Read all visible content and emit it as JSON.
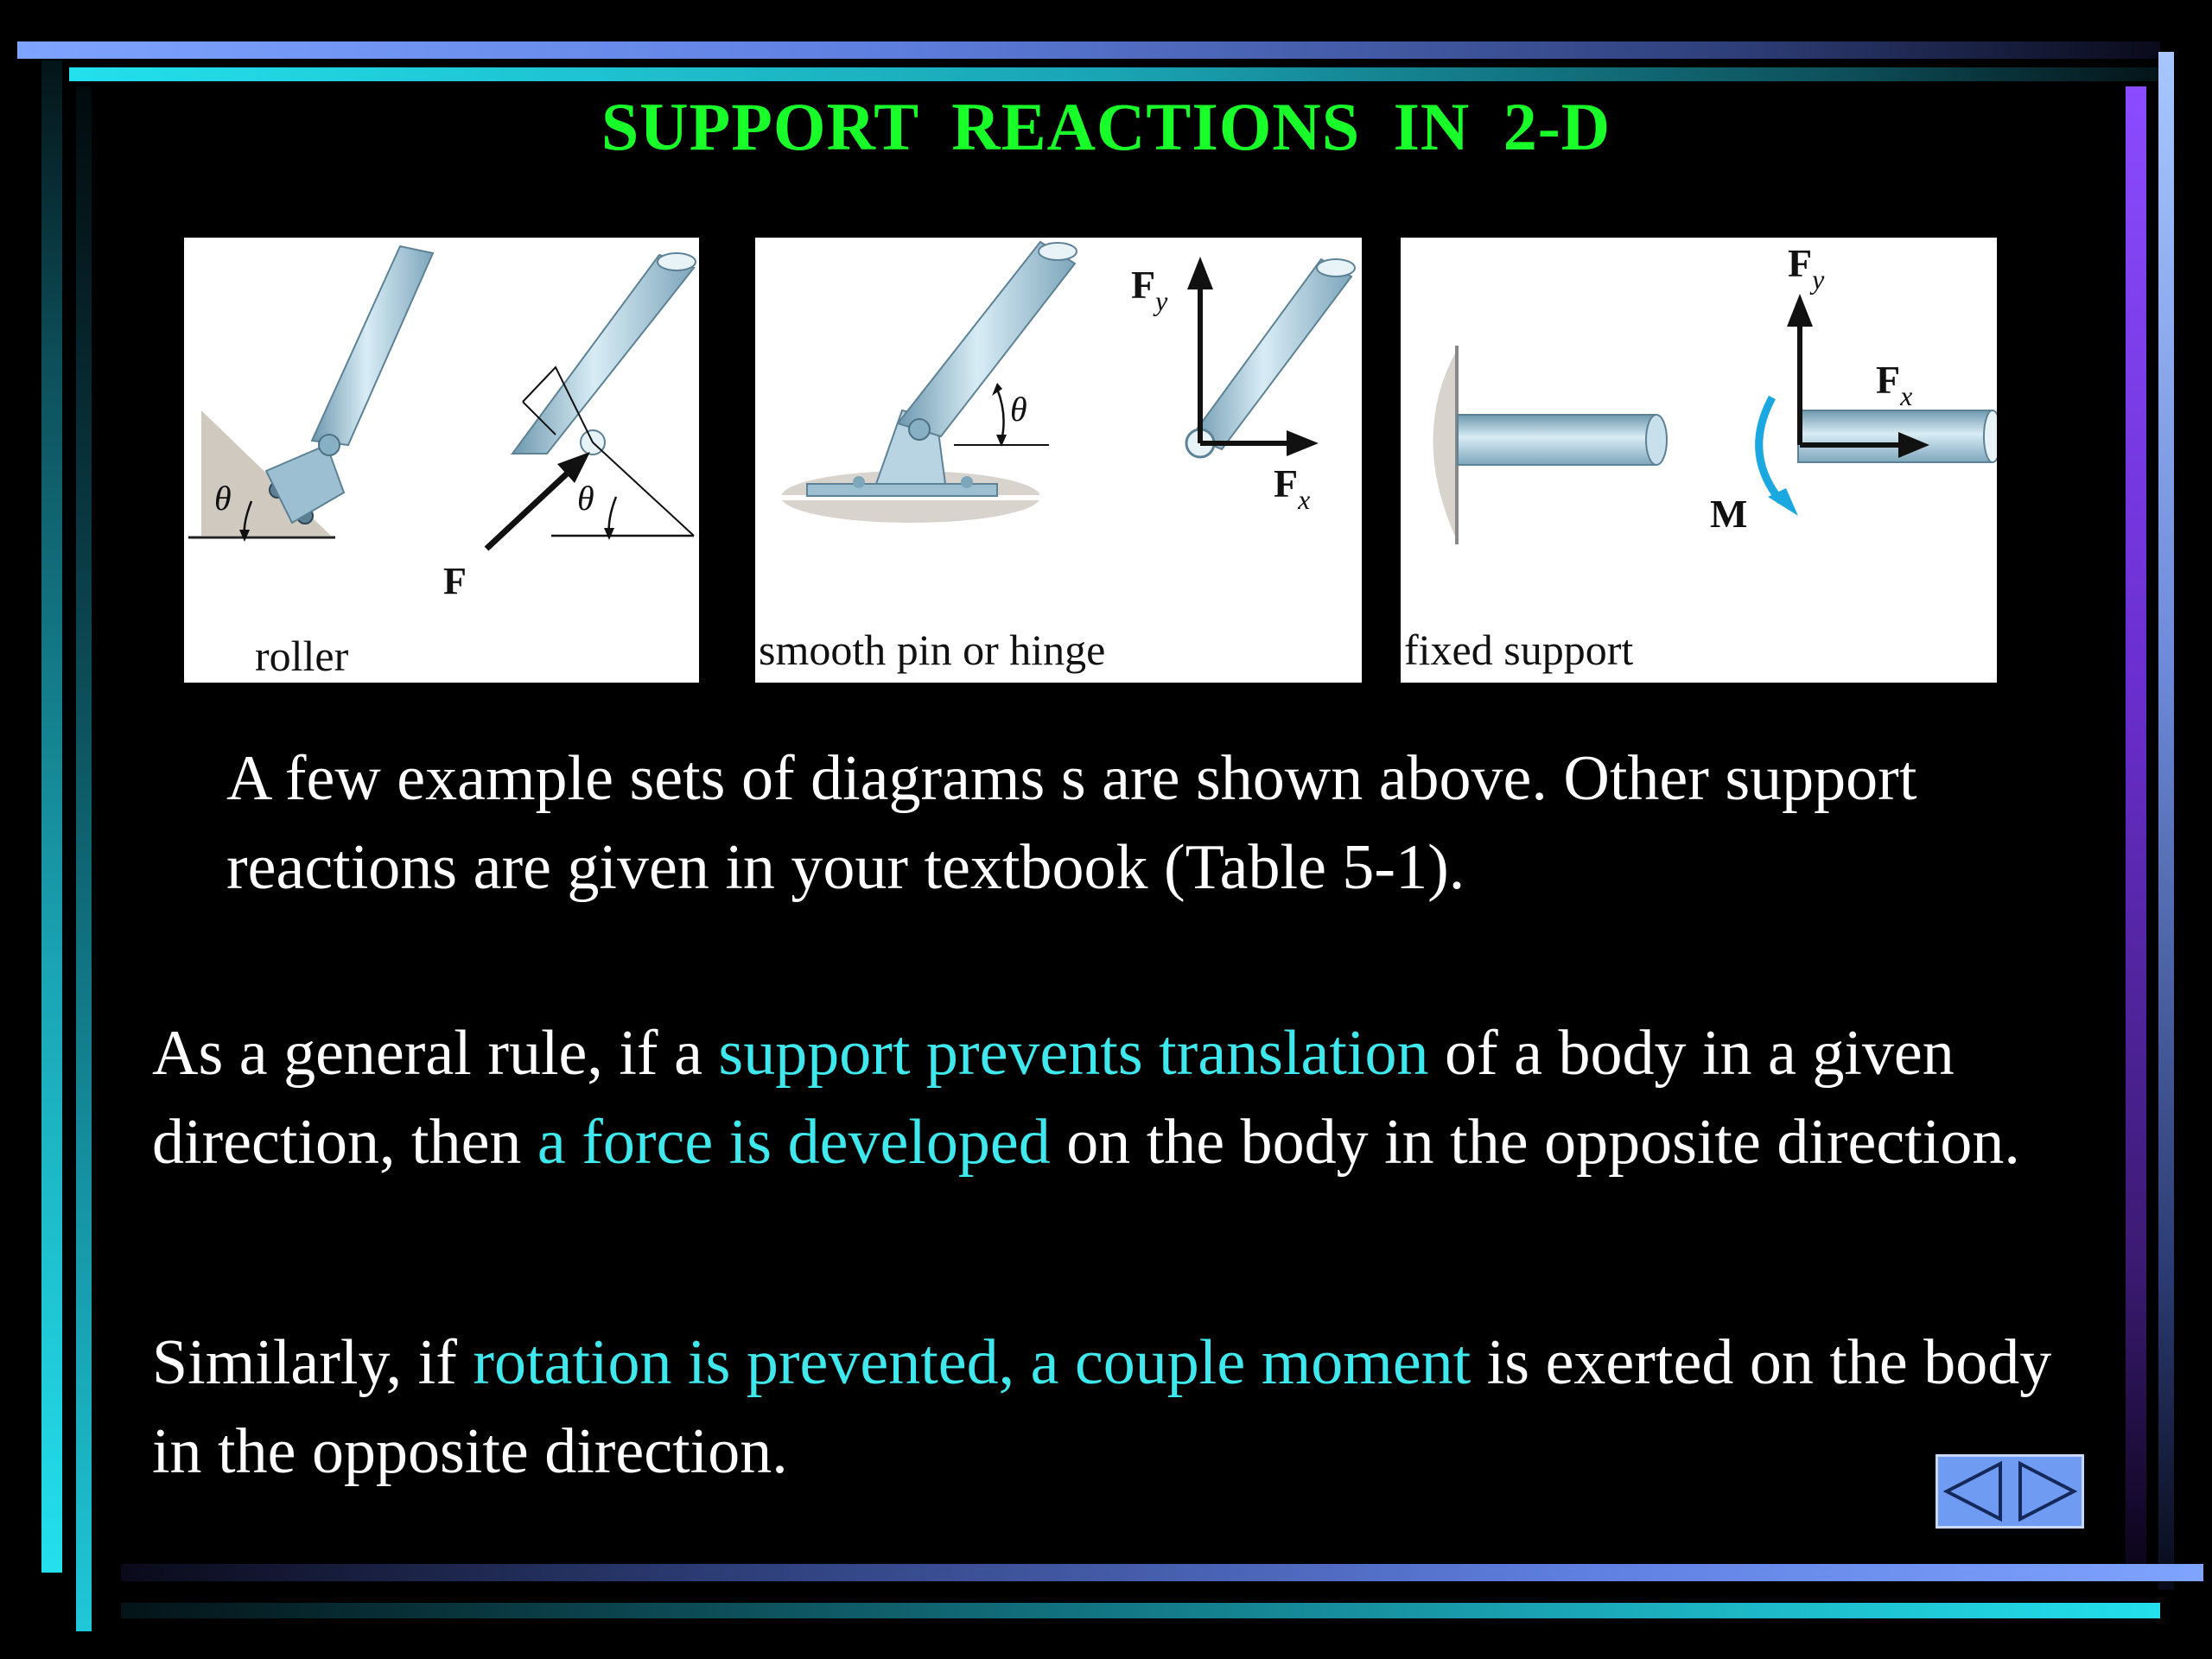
{
  "slide": {
    "title": "SUPPORT  REACTIONS  IN  2-D"
  },
  "panels": {
    "roller": {
      "caption": "roller",
      "theta_left": "θ",
      "theta_right": "θ",
      "force_label": "F"
    },
    "pin": {
      "caption": "smooth pin or hinge",
      "theta": "θ",
      "fy_label": "F",
      "fy_sub": "y",
      "fx_label": "F",
      "fx_sub": "x"
    },
    "fixed": {
      "caption": "fixed support",
      "fy_label": "F",
      "fy_sub": "y",
      "fx_label": "F",
      "fx_sub": "x",
      "moment_label": "M"
    }
  },
  "paragraph1": "A few example sets of diagrams s are shown above. Other support reactions are given in your textbook (Table 5-1).",
  "paragraph2": {
    "part1": "As a general rule, if a ",
    "highlight1": "support prevents translation",
    "part2": " of a body in a given direction, then ",
    "highlight2": "a force is developed",
    "part3": " on the body in the opposite direction."
  },
  "paragraph3": {
    "part1": "Similarly, if ",
    "highlight1": "rotation is prevented, a couple moment",
    "part2": " is exerted on the body in the opposite direction."
  },
  "colors": {
    "title": "#19ff2a",
    "highlight": "#3fe8ec",
    "text": "#ffffff",
    "background": "#000000"
  },
  "icons": {
    "nav_prev": "triangle-left-icon",
    "nav_next": "triangle-right-icon"
  }
}
